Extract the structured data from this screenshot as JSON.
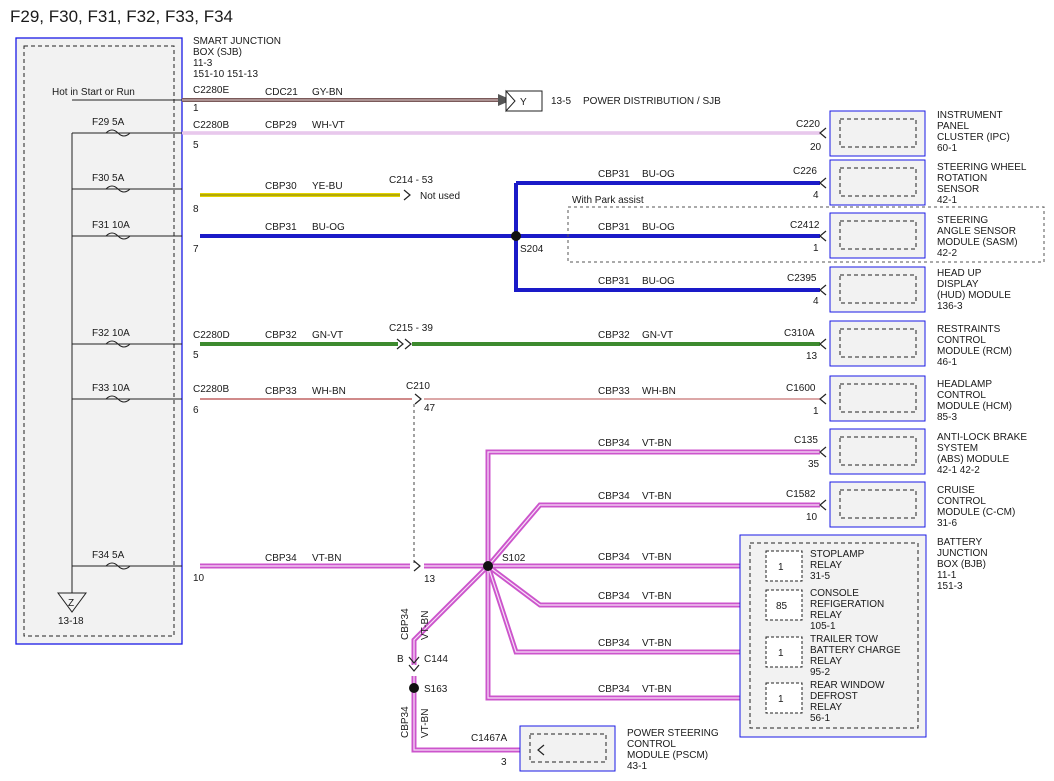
{
  "title": "F29, F30, F31, F32, F33, F34",
  "sjb": {
    "name_line1": "SMART JUNCTION",
    "name_line2": "BOX (SJB)",
    "ref1": "11-3",
    "ref2": "151-10   151-13",
    "hot_label": "Hot in Start or Run",
    "ground_symbol": "Z",
    "ground_ref": "13-18"
  },
  "fuses": [
    {
      "id": "F29 5A",
      "connector": "C2280B",
      "pin": "5",
      "circuit": "CBP29",
      "color": "WH-VT",
      "stroke": "#d9a6e0"
    },
    {
      "id": "F30 5A",
      "connector": "",
      "pin": "8",
      "circuit": "CBP30",
      "color": "YE-BU",
      "stroke": "#e3d400"
    },
    {
      "id": "F31 10A",
      "connector": "",
      "pin": "7",
      "circuit": "CBP31",
      "color": "BU-OG",
      "stroke": "#1a1ac8"
    },
    {
      "id": "F32 10A",
      "connector": "C2280D",
      "pin": "5",
      "circuit": "CBP32",
      "color": "GN-VT",
      "stroke": "#3d8a2e"
    },
    {
      "id": "F33 10A",
      "connector": "C2280B",
      "pin": "6",
      "circuit": "CBP33",
      "color": "WH-BN",
      "stroke": "#d08a8a"
    },
    {
      "id": "F34 5A",
      "connector": "",
      "pin": "10",
      "circuit": "CBP34",
      "color": "VT-BN",
      "stroke": "#cc55cc"
    }
  ],
  "top_wire": {
    "connector": "C2280E",
    "pin": "1",
    "circuit": "CDC21",
    "color": "GY-BN",
    "stroke": "#7a5a5a",
    "symbol": "Y",
    "ref": "13-5",
    "dest": "POWER DISTRIBUTION / SJB"
  },
  "misc": {
    "c214": "C214 - 53",
    "not_used": "Not used",
    "s204": "S204",
    "park_assist": "With Park assist",
    "c215": "C215 - 39",
    "c210": "C210",
    "c210_pin": "47",
    "pin_13": "13",
    "s102": "S102",
    "c144": "C144",
    "c144_pin": "B",
    "s163": "S163",
    "vert_circuit": "CBP34",
    "vert_color": "VT-BN"
  },
  "modules": [
    {
      "name": [
        "INSTRUMENT",
        "PANEL",
        "CLUSTER (IPC)"
      ],
      "ref": "60-1",
      "connector": "C220",
      "pin": "20",
      "circuit": "",
      "color": ""
    },
    {
      "name": [
        "STEERING WHEEL",
        "ROTATION",
        "SENSOR"
      ],
      "ref": "42-1",
      "connector": "C226",
      "pin": "4",
      "circuit": "CBP31",
      "color": "BU-OG"
    },
    {
      "name": [
        "STEERING",
        "ANGLE SENSOR",
        "MODULE (SASM)"
      ],
      "ref": "42-2",
      "connector": "C2412",
      "pin": "1",
      "circuit": "CBP31",
      "color": "BU-OG"
    },
    {
      "name": [
        "HEAD UP",
        "DISPLAY",
        "(HUD) MODULE"
      ],
      "ref": "136-3",
      "connector": "C2395",
      "pin": "4",
      "circuit": "CBP31",
      "color": "BU-OG"
    },
    {
      "name": [
        "RESTRAINTS",
        "CONTROL",
        "MODULE (RCM)"
      ],
      "ref": "46-1",
      "connector": "C310A",
      "pin": "13",
      "circuit": "CBP32",
      "color": "GN-VT"
    },
    {
      "name": [
        "HEADLAMP",
        "CONTROL",
        "MODULE (HCM)"
      ],
      "ref": "85-3",
      "connector": "C1600",
      "pin": "1",
      "circuit": "CBP33",
      "color": "WH-BN"
    },
    {
      "name": [
        "ANTI-LOCK BRAKE",
        "SYSTEM",
        "(ABS) MODULE"
      ],
      "ref": "42-1   42-2",
      "connector": "C135",
      "pin": "35",
      "circuit": "CBP34",
      "color": "VT-BN"
    },
    {
      "name": [
        "CRUISE",
        "CONTROL",
        "MODULE (C-CM)"
      ],
      "ref": "31-6",
      "connector": "C1582",
      "pin": "10",
      "circuit": "CBP34",
      "color": "VT-BN"
    }
  ],
  "bjb": {
    "name": [
      "BATTERY",
      "JUNCTION",
      "BOX (BJB)"
    ],
    "ref1": "11-1",
    "ref2": "151-3",
    "relays": [
      {
        "pin": "1",
        "name": [
          "STOPLAMP",
          "RELAY"
        ],
        "ref": "31-5",
        "circuit": "CBP34",
        "color": "VT-BN"
      },
      {
        "pin": "85",
        "name": [
          "CONSOLE",
          "REFIGERATION",
          "RELAY"
        ],
        "ref": "105-1",
        "circuit": "CBP34",
        "color": "VT-BN"
      },
      {
        "pin": "1",
        "name": [
          "TRAILER TOW",
          "BATTERY CHARGE",
          "RELAY"
        ],
        "ref": "95-2",
        "circuit": "CBP34",
        "color": "VT-BN"
      },
      {
        "pin": "1",
        "name": [
          "REAR WINDOW",
          "DEFROST",
          "RELAY"
        ],
        "ref": "56-1",
        "circuit": "CBP34",
        "color": "VT-BN"
      }
    ]
  },
  "pscm": {
    "name": [
      "POWER STEERING",
      "CONTROL",
      "MODULE (PSCM)"
    ],
    "ref": "43-1",
    "connector": "C1467A",
    "pin": "3"
  }
}
